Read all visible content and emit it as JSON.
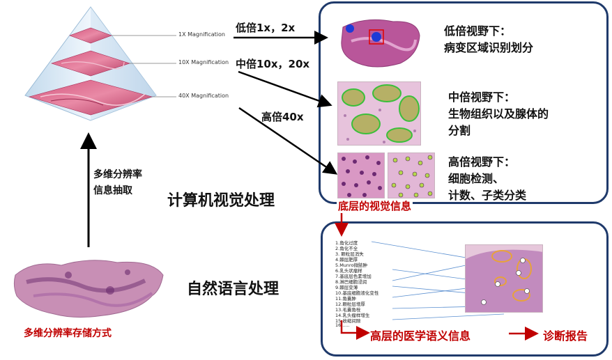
{
  "pyramid": {
    "levels": [
      "1X Magnification",
      "10X Magnification",
      "40X Magnification"
    ]
  },
  "arrows": {
    "low": "低倍1x，2x",
    "mid": "中倍10x，20x",
    "high": "高倍40x"
  },
  "left": {
    "extract_line1": "多维分辨率",
    "extract_line2": "信息抽取",
    "storage": "多维分辨率存储方式"
  },
  "titles": {
    "cv": "计算机视觉处理",
    "nlp": "自然语言处理"
  },
  "top_panel": {
    "low_desc_1": "低倍视野下：",
    "low_desc_2": "病变区域识别划分",
    "mid_desc_1": "中倍视野下：",
    "mid_desc_2": "生物组织以及腺体的",
    "mid_desc_3": "分割",
    "high_desc_1": "高倍视野下：",
    "high_desc_2": "细胞检测、",
    "high_desc_3": "计数、子类分类"
  },
  "bottom": {
    "visual_info": "底层的视觉信息",
    "semantic": "高层的医学语义信息",
    "report": "诊断报告"
  },
  "report_items": [
    "1.角化过度",
    "2.角化不全",
    "3. 颗粒层消失",
    "4.棘层肥厚",
    "5.Munro微脓肿",
    "6.乳头状瘤样",
    "7.基底层色素增加",
    "8.淋巴细胞浸润",
    "9.棘层变薄",
    "10.基底细胞液化变性",
    "11.角囊肿",
    "12.颗粒层增厚",
    "13.毛囊角栓",
    "14.乳头瘤样增生",
    "15.收缩间隙",
    "16......"
  ],
  "colors": {
    "panel_border": "#1f3a6b",
    "red": "#c00000",
    "tissue_pink": "#c98aa8",
    "tissue_purple": "#8e4f8f"
  }
}
